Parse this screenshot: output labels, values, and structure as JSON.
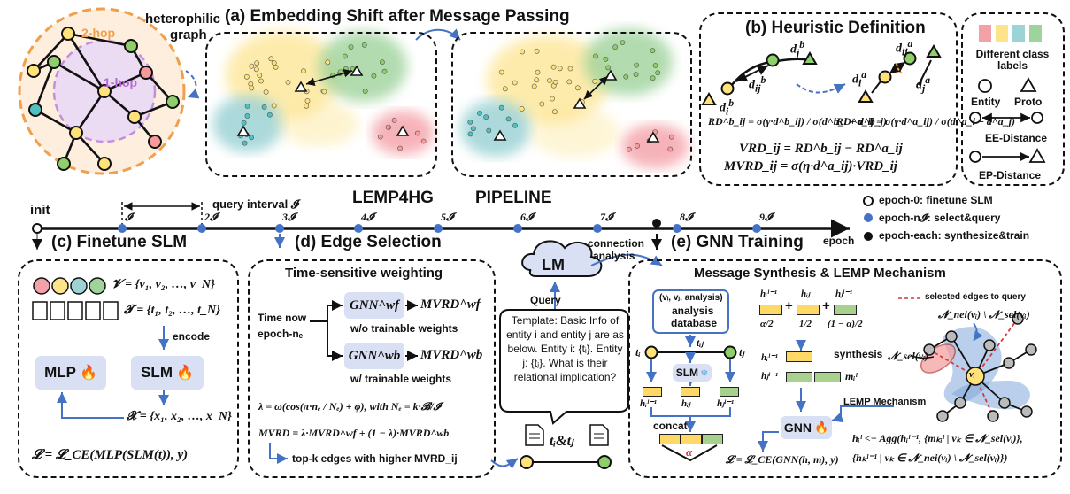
{
  "graph_labels": {
    "two_hop": "2-hop",
    "one_hop": "1-hop",
    "heterophilic": "heterophilic",
    "graph": "graph"
  },
  "panel_a": {
    "title": "(a) Embedding Shift after Message Passing"
  },
  "panel_b": {
    "title": "(b) Heuristic Definition",
    "eq_rd_b": "RD^b_ij = σ(γ·d^b_ij) / σ(d^b_i + d^b_j)",
    "eq_rd_a": "RD^a_ij = σ(γ·d^a_ij) / σ(d^a_i + d^a_j)",
    "eq_vrd": "VRD_ij = RD^b_ij − RD^a_ij",
    "eq_mvrd": "MVRD_ij = σ(η·d^a_ij)·VRD_ij"
  },
  "legend_box": {
    "colors": [
      "#f4a0a8",
      "#fde38a",
      "#9ed3d6",
      "#9fd39c"
    ],
    "class_labels": "Different class labels",
    "entity": "Entity",
    "proto": "Proto",
    "ee": "EE-Distance",
    "ep": "EP-Distance"
  },
  "timeline": {
    "init": "init",
    "query_interval": "query interval 𝓘",
    "title1": "LEMP4HG",
    "title2": "PIPELINE",
    "ticks": [
      "𝓘",
      "2𝓘",
      "3𝓘",
      "4𝓘",
      "5𝓘",
      "6𝓘",
      "7𝓘",
      "8𝓘",
      "9𝓘"
    ],
    "axis_label": "epoch",
    "legend": [
      {
        "text": "epoch-0: finetune SLM"
      },
      {
        "text": "epoch-n𝓘: select&query"
      },
      {
        "text": "epoch-each: synthesize&train"
      }
    ]
  },
  "panel_c": {
    "title": "(c) Finetune SLM",
    "v_eq": "𝓥 = {v₁, v₂, …, v_N}",
    "t_eq": "𝓣 = {t₁, t₂, …, t_N}",
    "encode": "encode",
    "mlp": "MLP",
    "slm": "SLM",
    "x_eq": "𝓧 = {x₁, x₂, …, x_N}",
    "loss": "𝓛 = 𝓛_CE(MLP(SLM(t)), y)"
  },
  "panel_d": {
    "title": "(d) Edge Selection",
    "subtitle": "Time-sensitive weighting",
    "time_now": "Time now",
    "epoch_n": "epoch-nₑ",
    "gnn_wf": "GNN^wf",
    "mvrd_wf": "MVRD^wf",
    "wo": "w/o trainable weights",
    "gnn_wb": "GNN^wb",
    "mvrd_wb": "MVRD^wb",
    "w": "w/ trainable weights",
    "lambda_eq": "λ = ω(cos(π·nₑ / Nₑ) + ϕ), with Nₑ = k·𝓑/𝓘",
    "mvrd_eq": "MVRD = λ·MVRD^wf + (1 − λ)·MVRD^wb",
    "topk": "top-k edges with higher MVRD_ij"
  },
  "llm": {
    "lm": "LM",
    "query": "Query",
    "connection": "connection",
    "analysis": "analysis",
    "template": "Template: Basic Info of entity i and entity j are as below. Entity i: {tᵢ}. Entity j: {tⱼ}. What is their relational implication?",
    "pair": "tᵢ&tⱼ"
  },
  "panel_e": {
    "title": "(e) GNN Training",
    "subtitle": "Message Synthesis & LEMP Mechanism",
    "db_head": "(vᵢ, vⱼ, analysis)",
    "db_l1": "analysis",
    "db_l2": "database",
    "tij": "tᵢⱼ",
    "ti": "tᵢ",
    "tj": "tⱼ",
    "slm": "SLM",
    "hi": "hᵢˡ⁻¹",
    "hij": "hᵢⱼ",
    "hj": "hⱼˡ⁻¹",
    "concat": "concat",
    "alpha": "α",
    "w1": "α/2",
    "w2": "1/2",
    "w3": "(1 − α)/2",
    "synthesis": "synthesis",
    "m": "mᵢˡ",
    "lemp": "LEMP Mechanism",
    "gnn": "GNN",
    "loss": "𝓛 = 𝓛_CE(GNN(h, m), y)",
    "agg1": "hᵢˡ <− Agg(hᵢˡ⁻¹, {mₖᵢˡ | vₖ ∈ 𝓝_sel(vᵢ)},",
    "agg2": "{hₖˡ⁻¹ | vₖ ∈ 𝓝_nei(vᵢ) \\ 𝓝_sel(vᵢ)})",
    "sel_legend": "selected edges to query",
    "nei_label": "𝓝_nei(vᵢ) \\ 𝓝_sel(vᵢ)",
    "sel_label": "𝓝_sel(vᵢ)",
    "vi": "vᵢ"
  }
}
